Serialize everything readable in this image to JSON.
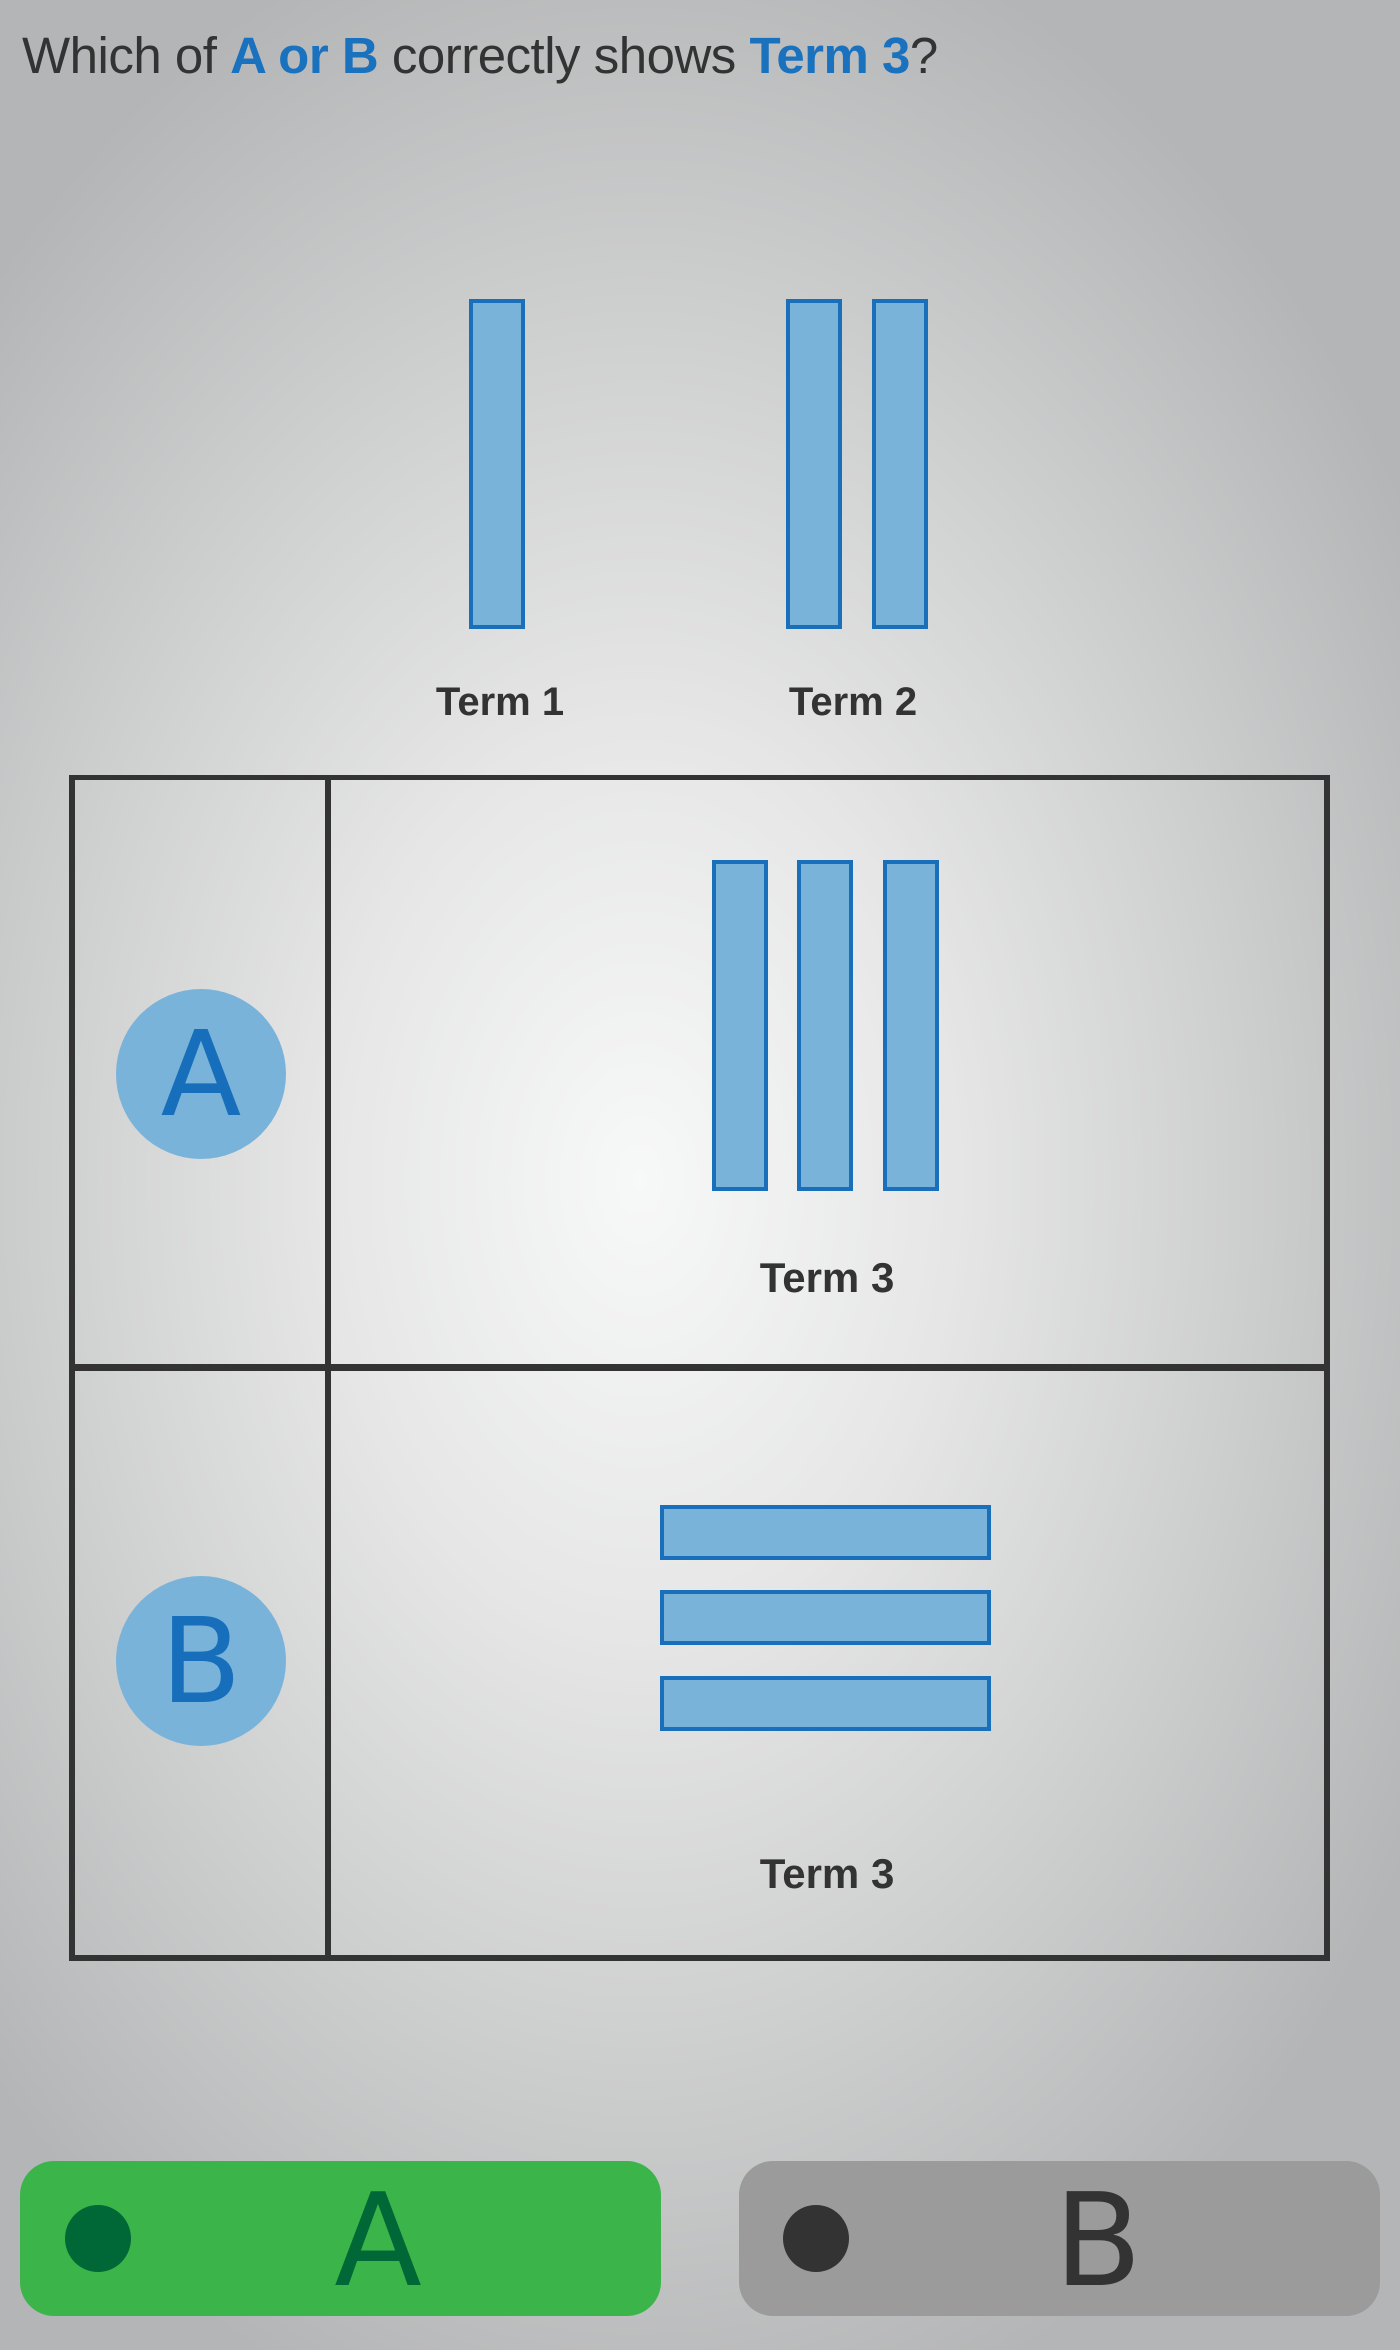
{
  "question": {
    "prefix": "Which of ",
    "highlight_options": "A or B",
    "middle": " correctly shows ",
    "highlight_term": "Term 3",
    "suffix": "?"
  },
  "given_terms": [
    {
      "label": "Term 1",
      "bars": 1,
      "orientation": "vertical"
    },
    {
      "label": "Term 2",
      "bars": 2,
      "orientation": "vertical"
    }
  ],
  "options": [
    {
      "letter": "A",
      "term_label": "Term 3",
      "bars": 3,
      "orientation": "vertical"
    },
    {
      "letter": "B",
      "term_label": "Term 3",
      "bars": 3,
      "orientation": "horizontal"
    }
  ],
  "answer_buttons": [
    {
      "label": "A",
      "color": "#3bb54a",
      "dot_color": "#006837",
      "state": "selected"
    },
    {
      "label": "B",
      "color": "#9b9b9b",
      "dot_color": "#333333",
      "state": "unselected"
    }
  ],
  "colors": {
    "bar_fill": "#79b3da",
    "bar_border": "#1a6fba",
    "highlight_text": "#1a72bf",
    "text": "#333333"
  }
}
